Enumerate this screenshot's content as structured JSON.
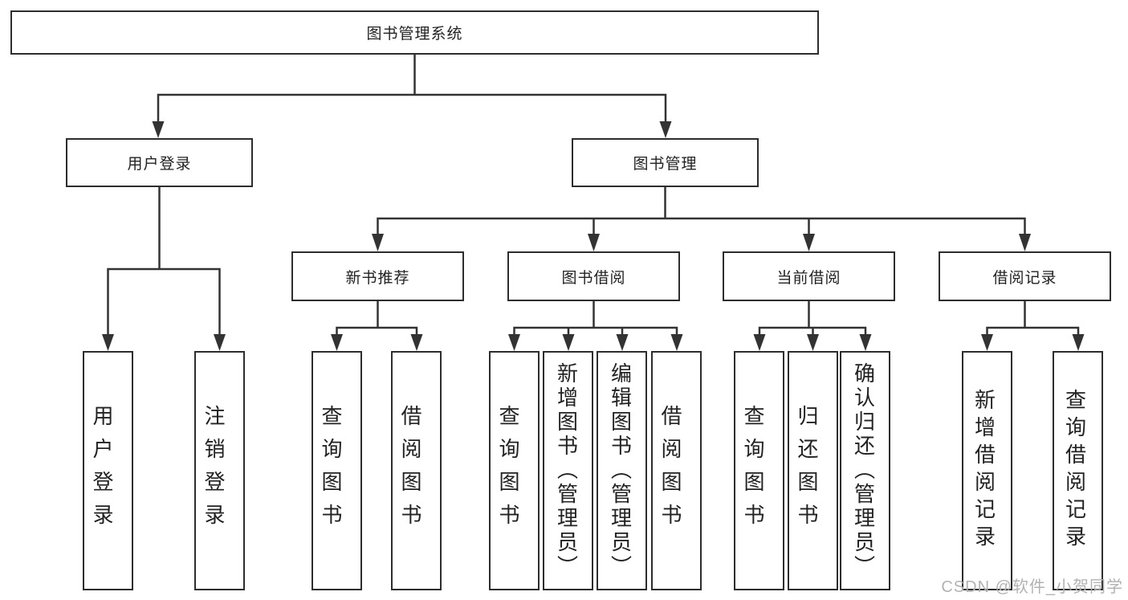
{
  "colors": {
    "background": "#ffffff",
    "line": "#333333",
    "box_border": "#2d2d2d",
    "text": "#222222",
    "watermark": "#b2b2b2"
  },
  "diagram": {
    "root": {
      "label": "图书管理系统"
    },
    "level1": [
      {
        "label": "用户登录"
      },
      {
        "label": "图书管理"
      }
    ],
    "level2": [
      {
        "label": "新书推荐"
      },
      {
        "label": "图书借阅"
      },
      {
        "label": "当前借阅"
      },
      {
        "label": "借阅记录"
      }
    ],
    "leaves": [
      {
        "label": "用户登录"
      },
      {
        "label": "注销登录"
      },
      {
        "label": "查询图书"
      },
      {
        "label": "借阅图书"
      },
      {
        "label": "查询图书"
      },
      {
        "label": "新增图书（管理员）"
      },
      {
        "label": "编辑图书（管理员）"
      },
      {
        "label": "借阅图书"
      },
      {
        "label": "查询图书"
      },
      {
        "label": "归还图书"
      },
      {
        "label": "确认归还（管理员）"
      },
      {
        "label": "新增借阅记录"
      },
      {
        "label": "查询借阅记录"
      }
    ]
  },
  "watermark": {
    "text": "CSDN @软件_小贺同学"
  }
}
